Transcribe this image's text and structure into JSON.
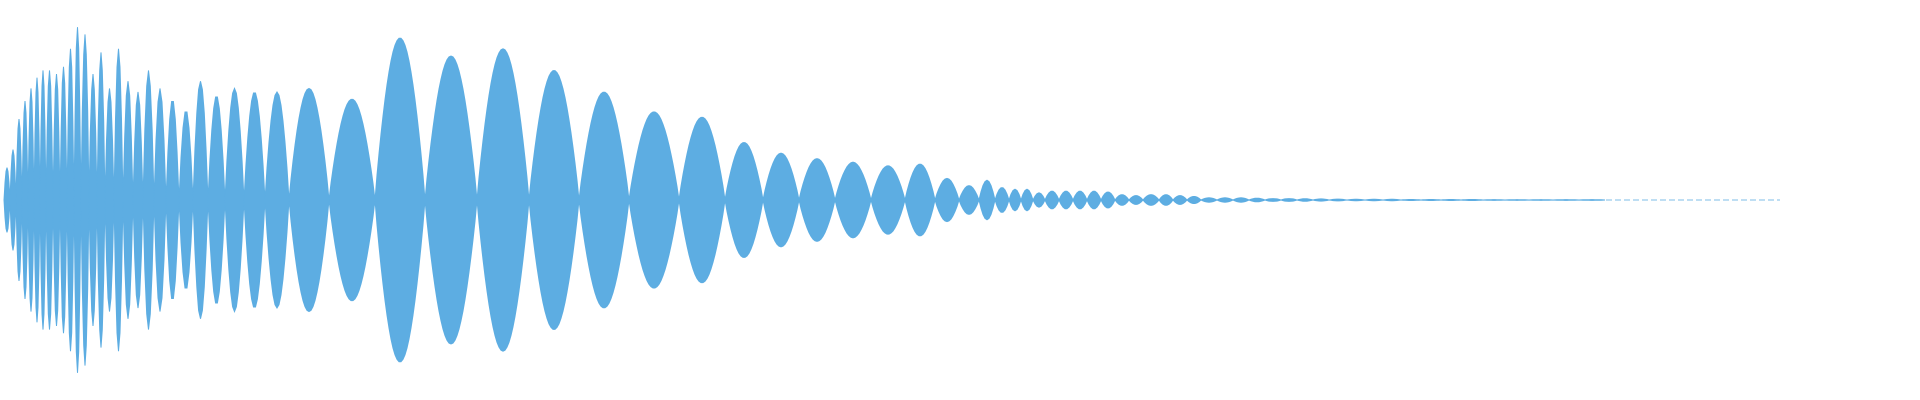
{
  "waveform": {
    "color": "#5DADE2",
    "background": "#FFFFFF",
    "description_visible_text": "",
    "envelope_peaks": [
      0.1,
      0.35,
      0.55,
      0.78,
      0.92,
      1.0,
      0.9,
      0.8,
      0.74,
      0.72,
      0.71,
      0.67,
      0.64,
      0.62,
      0.6,
      0.7,
      0.78,
      0.72,
      0.62,
      0.56,
      0.51,
      0.55,
      0.6,
      0.72,
      0.91,
      0.74,
      0.8,
      0.83,
      0.7,
      0.66,
      0.58,
      0.55,
      0.44,
      0.42,
      0.44,
      0.41,
      0.3,
      0.27,
      0.24,
      0.19,
      0.2,
      0.14,
      0.12,
      0.1,
      0.07,
      0.06,
      0.06,
      0.05,
      0.05,
      0.05,
      0.04,
      0.03,
      0.03,
      0.03,
      0.02,
      0.02,
      0.02,
      0.01,
      0.01,
      0.01,
      0.01,
      0.01,
      0.01,
      0.005,
      0.005,
      0.005,
      0.003,
      0.003,
      0.003,
      0.002,
      0.002,
      0.002
    ],
    "cycle_boundaries": [
      0.0,
      0.02,
      0.04,
      0.06,
      0.08,
      0.1,
      0.11,
      0.125,
      0.135,
      0.15,
      0.16,
      0.17,
      0.18,
      0.19,
      0.2,
      0.21,
      0.225,
      0.245,
      0.27,
      0.3,
      0.335,
      0.375,
      0.42,
      0.47,
      0.52,
      0.57,
      0.62,
      0.67,
      0.72,
      0.765,
      0.81,
      0.855,
      0.9,
      0.94,
      0.98,
      1.02,
      1.06,
      1.1,
      1.14,
      1.18,
      1.22,
      1.26,
      1.3,
      1.34,
      1.38,
      1.42,
      1.46,
      1.5,
      1.54,
      1.58,
      1.62,
      1.66,
      1.7,
      1.74,
      1.78,
      1.82,
      1.86,
      1.9,
      1.94,
      1.98,
      2.02,
      2.06,
      2.1,
      2.14,
      2.18,
      2.22,
      2.26,
      2.3,
      2.34,
      2.38,
      2.42,
      2.46
    ]
  }
}
